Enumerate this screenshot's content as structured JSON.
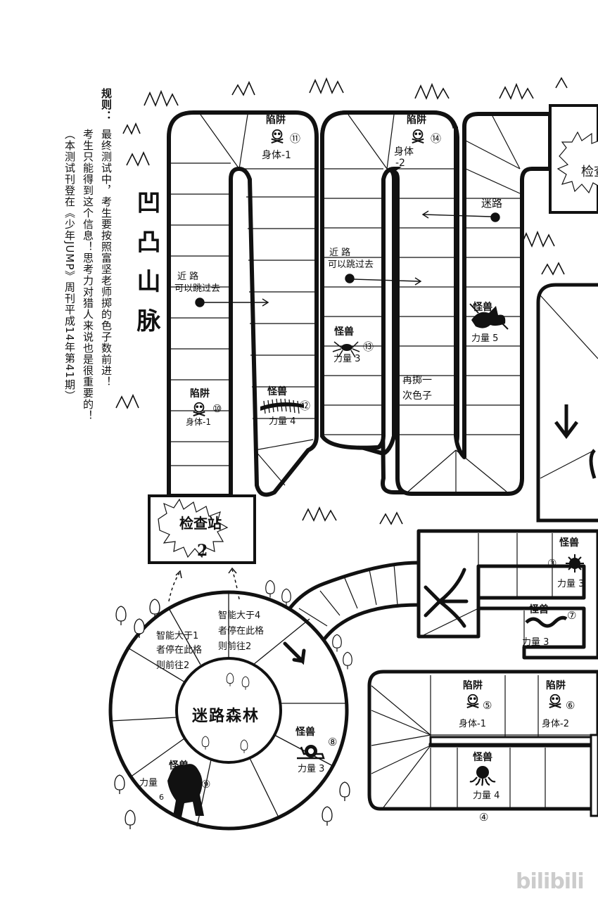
{
  "rules": {
    "header": "规则：",
    "line1": "最终测试中，考生要按照富坚老师掷的色子数前进！",
    "line2": "考生只能得到这个信息！思考力对猎人来说也是很重要的！",
    "note": "（本测试刊登在《少年JUMP》周刊平成14年第41期）"
  },
  "mountain_title": "凹凸山脉",
  "checkpoint_top": {
    "label": "检查站",
    "number": "2"
  },
  "checkpoint_right": {
    "label": "检查"
  },
  "forest": {
    "title": "迷路森林",
    "rule_a": [
      "智能大于1",
      "者停在此格",
      "则前往2"
    ],
    "rule_b": [
      "智能大于4",
      "者停在此格",
      "则前往2"
    ]
  },
  "squares": {
    "trap10": {
      "type": "陷阱",
      "num": "⑩",
      "effect": "身体-1"
    },
    "trap11": {
      "type": "陷阱",
      "num": "⑪",
      "effect": "身体-1"
    },
    "trap14": {
      "type": "陷阱",
      "num": "⑭",
      "effect_1": "身体",
      "effect_2": "-2"
    },
    "monster12": {
      "type": "怪兽",
      "num": "⑫",
      "effect": "力量 4"
    },
    "monster13": {
      "type": "怪兽",
      "num": "⑬",
      "effect": "力量 3"
    },
    "monster_r": {
      "type": "怪兽",
      "effect": "力量 5"
    },
    "shortcut1": {
      "line1": "近 路",
      "line2": "可以跳过去"
    },
    "shortcut2": {
      "line1": "近 路",
      "line2": "可以跳过去"
    },
    "maze": {
      "label": "迷路"
    },
    "reroll": {
      "line1": "再掷一",
      "line2": "次色子"
    },
    "monster3": {
      "type": "怪兽",
      "num": "③",
      "effect": "力量 3"
    },
    "monster7": {
      "type": "怪兽",
      "num": "⑦",
      "effect": "力量 3"
    },
    "trap5": {
      "type": "陷阱",
      "num": "⑤",
      "effect": "身体-1"
    },
    "trap6": {
      "type": "陷阱",
      "num": "⑥",
      "effect": "身体-2"
    },
    "monster4": {
      "type": "怪兽",
      "num": "④",
      "effect": "力量 4"
    },
    "monster8": {
      "type": "怪兽",
      "num": "⑧",
      "effect": "力量 3"
    },
    "monster9": {
      "type": "怪兽",
      "num": "⑨",
      "effect_a": "力量",
      "effect_b": "6"
    }
  },
  "watermark": "bilibili"
}
